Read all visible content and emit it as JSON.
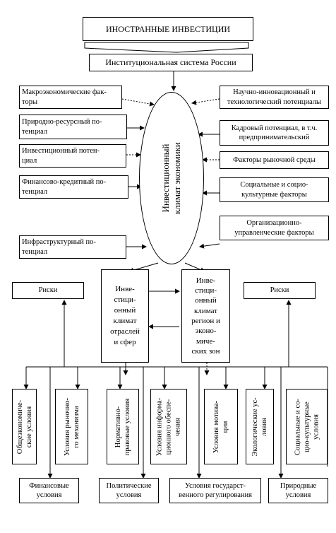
{
  "header": {
    "title": "ИНОСТРАННЫЕ ИНВЕСТИЦИИ",
    "institutional": "Институциональная система России"
  },
  "center": {
    "climate_line1": "Инвестиционный",
    "climate_line2": "климат экономики"
  },
  "left_factors": [
    {
      "line1": "Макроэкономические фак-",
      "line2": "торы"
    },
    {
      "line1": "Природно-ресурсный по-",
      "line2": "тенциал"
    },
    {
      "line1": "Инвестиционный потен-",
      "line2": "циал"
    },
    {
      "line1": "Финансово-кредитный по-",
      "line2": "тенциал"
    },
    {
      "line1": "Инфраструктурный по-",
      "line2": "тенциал"
    }
  ],
  "right_factors": [
    {
      "line1": "Научно-инновационный и",
      "line2": "технологический потенциалы"
    },
    {
      "line1": "Кадровый потенциал, в т.ч.",
      "line2": "предпринимательский"
    },
    {
      "line1": "Факторы рыночной среды",
      "line2": ""
    },
    {
      "line1": "Социальные и социо-",
      "line2": "культурные факторы"
    },
    {
      "line1": "Организационно-",
      "line2": "управленческие факторы"
    }
  ],
  "sectors": {
    "left_lines": [
      "Инве-",
      "стици-",
      "онный",
      "климат",
      "отраслей",
      "и сфер"
    ],
    "right_lines": [
      "Инве-",
      "стици-",
      "онный",
      "климат",
      "регион и",
      "эконо-",
      "миче-",
      "ских зон"
    ]
  },
  "risks": {
    "left": "Риски",
    "right": "Риски"
  },
  "conditions": [
    {
      "line1": "Общеэкономиче-",
      "line2": "ские условия"
    },
    {
      "line1": "Условия рыночно-",
      "line2": "го механизма"
    },
    {
      "line1": "Нормативно-",
      "line2": "правовые условия"
    },
    {
      "line1": "Условия информа-",
      "line2": "ционного обеспе-",
      "line3": "чения"
    },
    {
      "line1": "Условия мотива-",
      "line2": "ции"
    },
    {
      "line1": "Экологические ус-",
      "line2": "ловия"
    },
    {
      "line1": "Социальные и со-",
      "line2": "цио-культурные",
      "line3": "условия"
    }
  ],
  "bottom": [
    {
      "line1": "Финансовые",
      "line2": "условия"
    },
    {
      "line1": "Политические",
      "line2": "условия"
    },
    {
      "line1": "Условия государст-",
      "line2": "венного регулирования"
    },
    {
      "line1": "Природные",
      "line2": "условия"
    }
  ]
}
